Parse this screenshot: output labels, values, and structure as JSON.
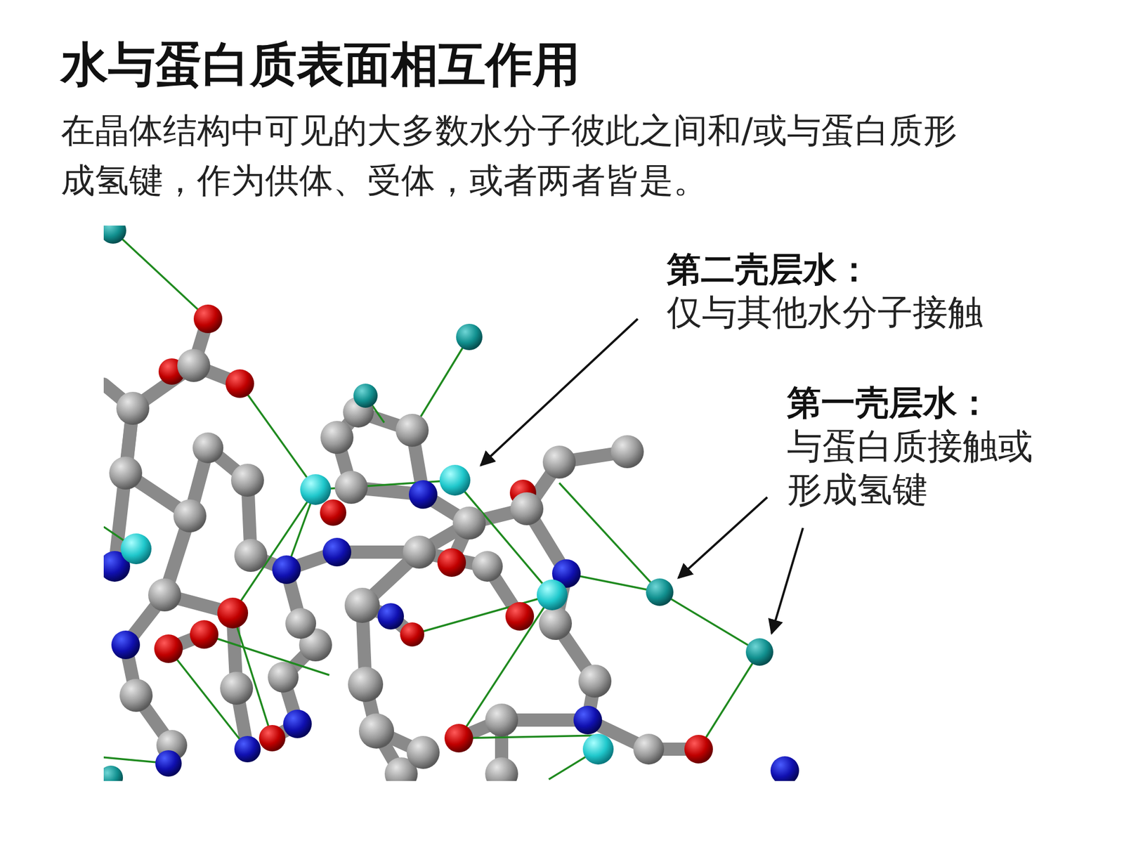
{
  "diagram": {
    "title": "水与蛋白质表面相互作用",
    "caption": "在晶体结构中可见的大多数水分子彼此之间和/或与蛋白质形成氢键，作为供体、受体，或者两者皆是。",
    "labels": [
      "第二壳层水：",
      "仅与其他水分子接触",
      "第一壳层水：",
      "与蛋白质接触或形成氢键"
    ]
  }
}
